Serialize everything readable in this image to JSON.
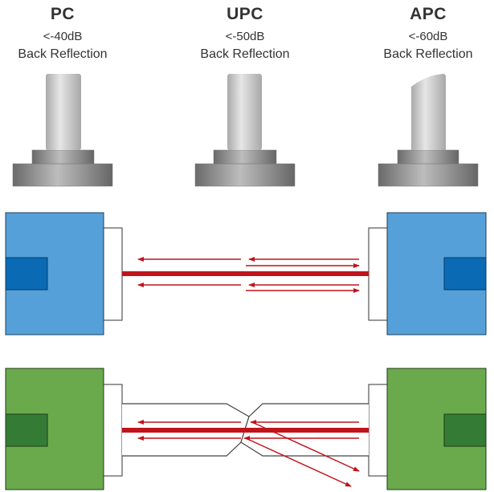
{
  "connectors": [
    {
      "name": "PC",
      "loss": "<-40dB",
      "caption": "Back Reflection",
      "end_face": "flat"
    },
    {
      "name": "UPC",
      "loss": "<-50dB",
      "caption": "Back Reflection",
      "end_face": "flat"
    },
    {
      "name": "APC",
      "loss": "<-60dB",
      "caption": "Back Reflection",
      "end_face": "angled"
    }
  ],
  "colors": {
    "upc_housing": "#55a0d8",
    "upc_core": "#0a6ab4",
    "apc_housing": "#6aaa4c",
    "apc_core": "#347c36",
    "light": "#c0141c",
    "ferrule": "#ffffff"
  }
}
